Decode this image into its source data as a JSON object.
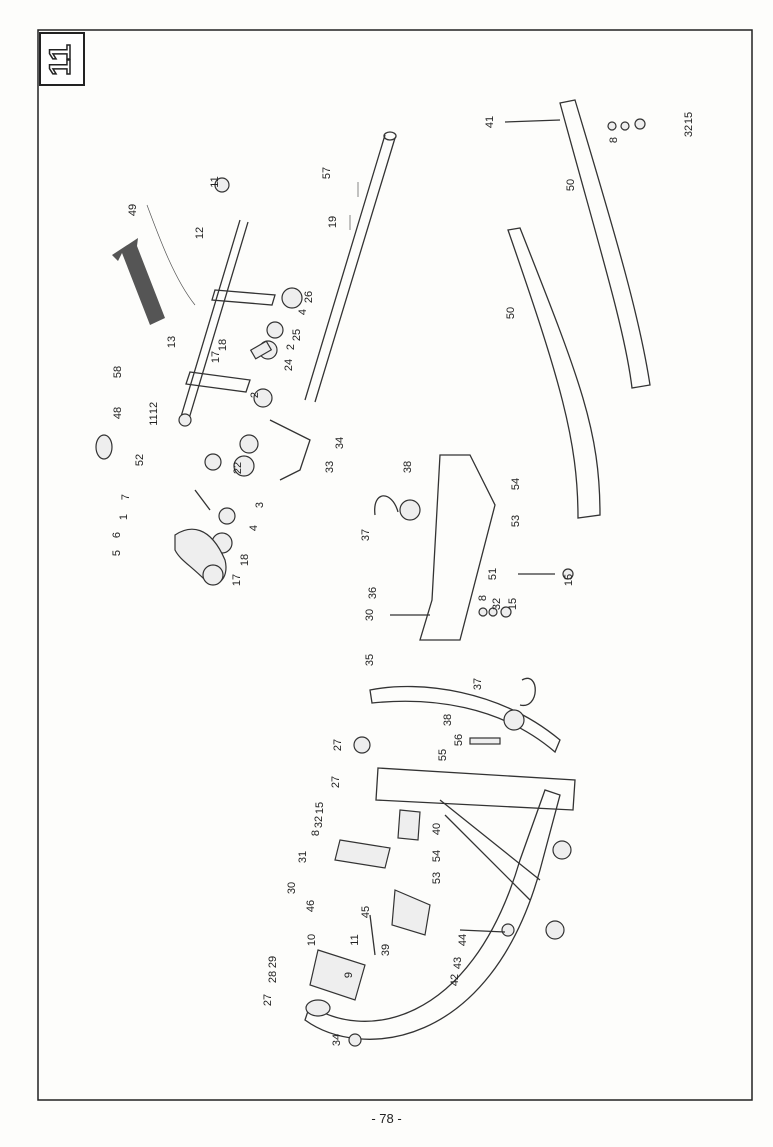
{
  "section_badge": "11",
  "page_number": "- 78 -",
  "labels": [
    "11",
    "49",
    "12",
    "57",
    "19",
    "26",
    "4",
    "25",
    "2",
    "24",
    "2",
    "13",
    "18",
    "17",
    "58",
    "12",
    "11",
    "48",
    "52",
    "34",
    "22",
    "33",
    "7",
    "3",
    "1",
    "4",
    "6",
    "5",
    "18",
    "17",
    "38",
    "54",
    "53",
    "37",
    "36",
    "51",
    "30",
    "8",
    "32",
    "15",
    "15",
    "41",
    "15",
    "8",
    "32",
    "50",
    "50",
    "35",
    "37",
    "38",
    "56",
    "55",
    "27",
    "27",
    "15",
    "32",
    "8",
    "31",
    "40",
    "54",
    "53",
    "30",
    "46",
    "45",
    "10",
    "11",
    "29",
    "28",
    "27",
    "9",
    "39",
    "44",
    "43",
    "42",
    "34"
  ]
}
